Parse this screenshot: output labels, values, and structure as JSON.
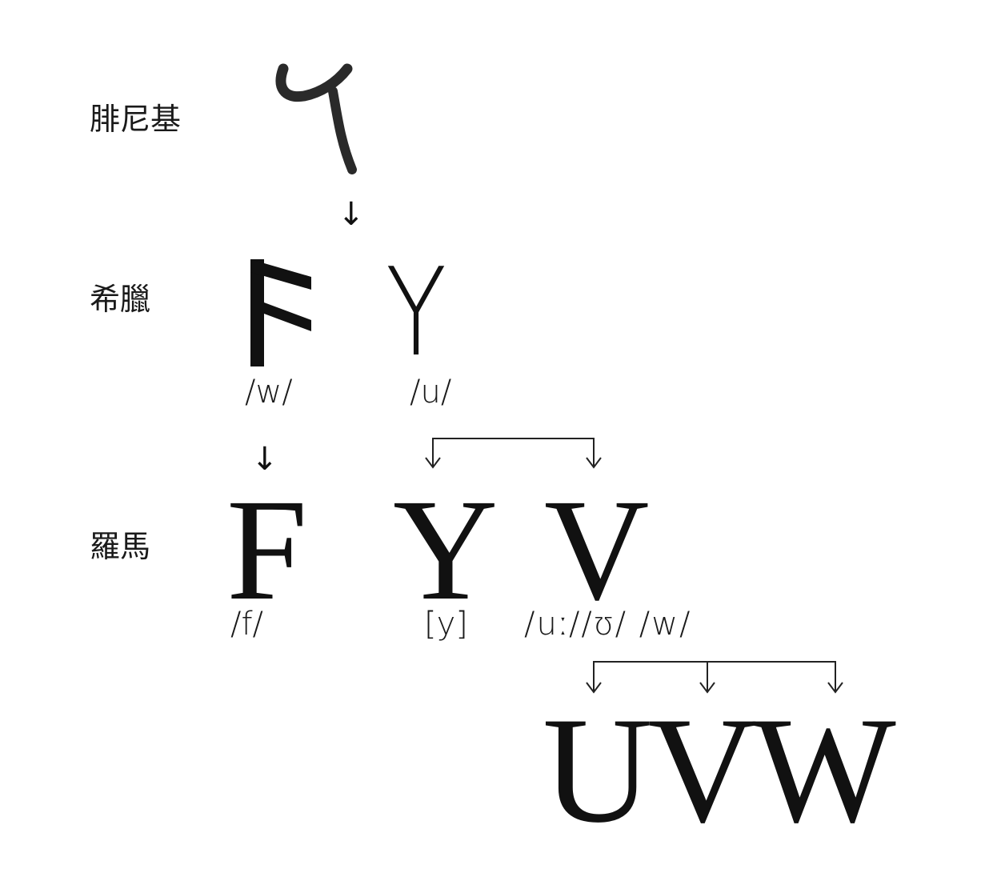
{
  "rows": {
    "phoenician": {
      "label": "腓尼基"
    },
    "greek": {
      "label": "希臘"
    },
    "roman": {
      "label": "羅馬"
    }
  },
  "letters": {
    "greek_digamma": "Ϝ",
    "greek_upsilon": "Y",
    "roman_f": "F",
    "roman_y": "Y",
    "roman_v": "V",
    "modern": "UVW"
  },
  "sounds": {
    "greek_digamma": "/w/",
    "greek_upsilon": "/u/",
    "roman_f": "/f/",
    "roman_y": "[y]",
    "roman_v": "/uː//ʊ/ /w/"
  },
  "arrows": {
    "glyph": "↓"
  },
  "icons": {
    "phoenician_waw": "phoenician-waw-glyph"
  }
}
